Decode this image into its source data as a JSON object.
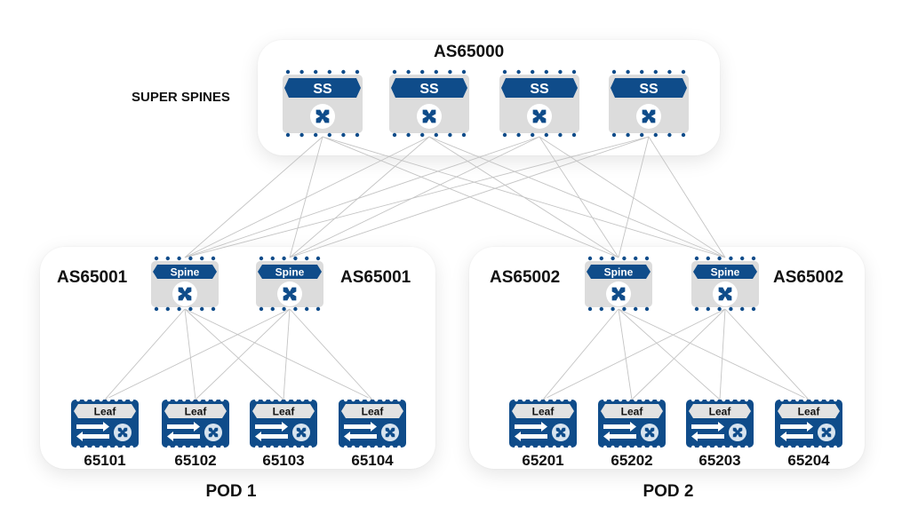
{
  "diagram": {
    "colors": {
      "device_blue": "#0f4c8a",
      "device_gray": "#dcdcdc",
      "link": "#c4c4c4",
      "text": "#111111"
    },
    "super_spine_block": {
      "title": "AS65000",
      "side_label": "SUPER SPINES",
      "devices": [
        {
          "id": "ss1",
          "label": "SS",
          "icon": "fabric-switch-icon"
        },
        {
          "id": "ss2",
          "label": "SS",
          "icon": "fabric-switch-icon"
        },
        {
          "id": "ss3",
          "label": "SS",
          "icon": "fabric-switch-icon"
        },
        {
          "id": "ss4",
          "label": "SS",
          "icon": "fabric-switch-icon"
        }
      ]
    },
    "pods": [
      {
        "name": "POD 1",
        "as_left": "AS65001",
        "as_right": "AS65001",
        "spines": [
          {
            "id": "p1s1",
            "label": "Spine"
          },
          {
            "id": "p1s2",
            "label": "Spine"
          }
        ],
        "leaves": [
          {
            "id": "p1l1",
            "label": "Leaf",
            "asn": "65101"
          },
          {
            "id": "p1l2",
            "label": "Leaf",
            "asn": "65102"
          },
          {
            "id": "p1l3",
            "label": "Leaf",
            "asn": "65103"
          },
          {
            "id": "p1l4",
            "label": "Leaf",
            "asn": "65104"
          }
        ]
      },
      {
        "name": "POD 2",
        "as_left": "AS65002",
        "as_right": "AS65002",
        "spines": [
          {
            "id": "p2s1",
            "label": "Spine"
          },
          {
            "id": "p2s2",
            "label": "Spine"
          }
        ],
        "leaves": [
          {
            "id": "p2l1",
            "label": "Leaf",
            "asn": "65201"
          },
          {
            "id": "p2l2",
            "label": "Leaf",
            "asn": "65202"
          },
          {
            "id": "p2l3",
            "label": "Leaf",
            "asn": "65203"
          },
          {
            "id": "p2l4",
            "label": "Leaf",
            "asn": "65204"
          }
        ]
      }
    ],
    "links": {
      "super_spine_to_spine": "full-mesh",
      "spine_to_leaf": "full-mesh-within-pod"
    }
  }
}
